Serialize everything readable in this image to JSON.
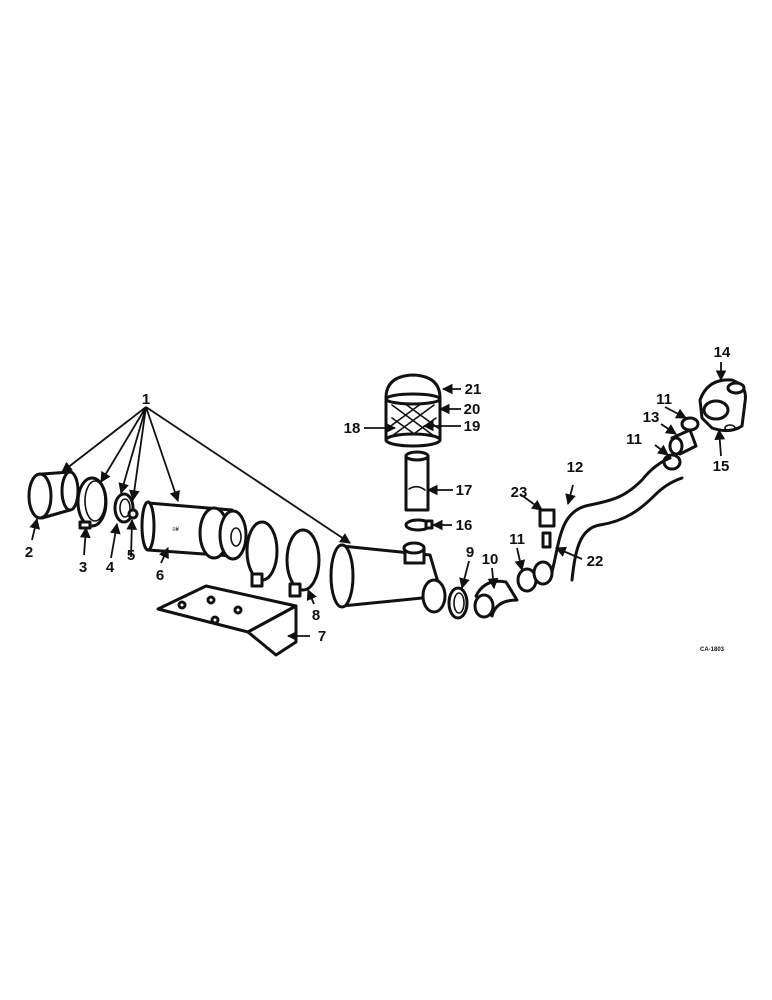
{
  "callouts": {
    "c1": "1",
    "c2": "2",
    "c3": "3",
    "c4": "4",
    "c5": "5",
    "c6": "6",
    "c7": "7",
    "c8": "8",
    "c9": "9",
    "c10": "10",
    "c11a": "11",
    "c11b": "11",
    "c11c": "11",
    "c12": "12",
    "c13": "13",
    "c14": "14",
    "c15": "15",
    "c16": "16",
    "c17": "17",
    "c18": "18",
    "c19": "19",
    "c20": "20",
    "c21": "21",
    "c22": "22",
    "c23": "23"
  },
  "drawing_code": "CA-1803"
}
